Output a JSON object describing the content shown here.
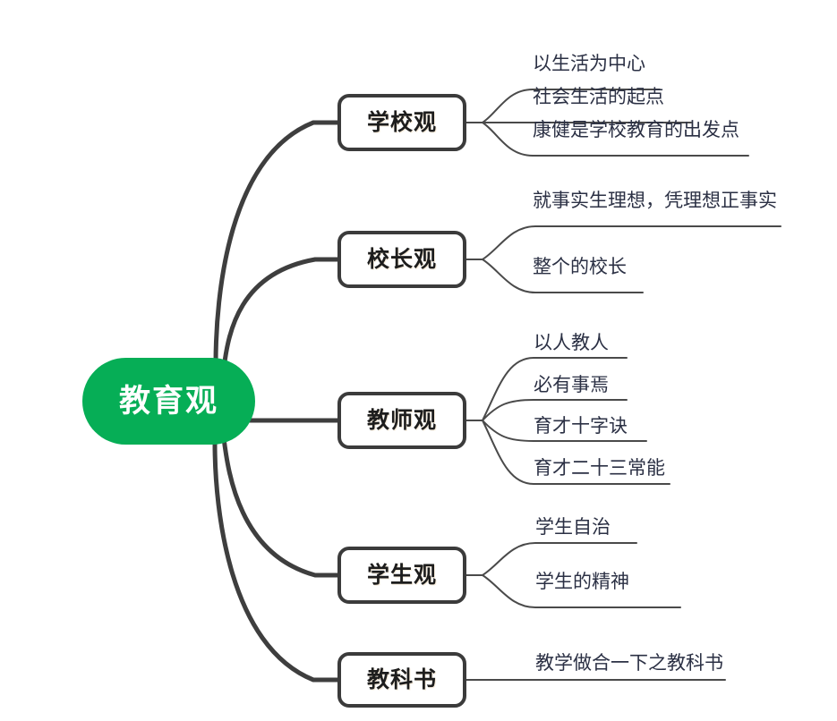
{
  "diagram": {
    "type": "mind-map",
    "title": "教育观",
    "direction": "left-to-right",
    "colors": {
      "root_fill": "#06ae56",
      "root_text": "#ffffff",
      "node_border": "#3b3b3b",
      "node_fill": "#ffffff",
      "node_text": "#1d1d1d",
      "leaf_text": "#2b3044",
      "connector": "#3e3e3e",
      "leaf_connector": "#4a4a4a",
      "background": "#ffffff"
    },
    "root": {
      "label": "教育观"
    },
    "branches": [
      {
        "label": "学校观",
        "leaves": [
          {
            "label": "以生活为中心"
          },
          {
            "label": "社会生活的起点"
          },
          {
            "label": "康健是学校教育的出发点"
          }
        ]
      },
      {
        "label": "校长观",
        "leaves": [
          {
            "label": "就事实生理想，凭理想正事实"
          },
          {
            "label": "整个的校长"
          }
        ]
      },
      {
        "label": "教师观",
        "leaves": [
          {
            "label": "以人教人"
          },
          {
            "label": "必有事焉"
          },
          {
            "label": "育才十字诀"
          },
          {
            "label": "育才二十三常能"
          }
        ]
      },
      {
        "label": "学生观",
        "leaves": [
          {
            "label": "学生自治"
          },
          {
            "label": "学生的精神"
          }
        ]
      },
      {
        "label": "教科书",
        "leaves": [
          {
            "label": "教学做合一下之教科书"
          }
        ]
      }
    ]
  }
}
